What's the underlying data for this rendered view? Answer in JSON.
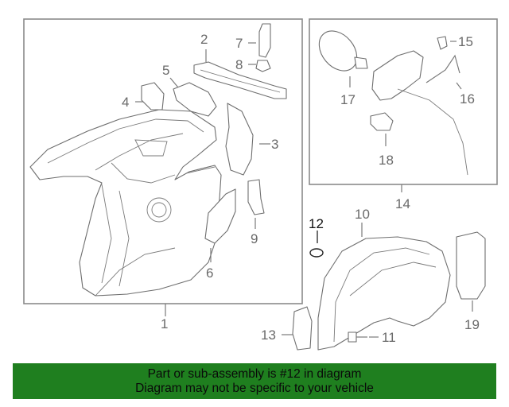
{
  "callouts": {
    "c1": "1",
    "c2": "2",
    "c3": "3",
    "c4": "4",
    "c5": "5",
    "c6": "6",
    "c7": "7",
    "c8": "8",
    "c9": "9",
    "c10": "10",
    "c11": "11",
    "c12": "12",
    "c13": "13",
    "c14": "14",
    "c15": "15",
    "c16": "16",
    "c17": "17",
    "c18": "18",
    "c19": "19"
  },
  "banner": {
    "line1": "Part or sub-assembly is #12 in diagram",
    "line2": "Diagram may not be specific to your vehicle",
    "color": "#1f7f1f"
  },
  "highlight_part": "12"
}
